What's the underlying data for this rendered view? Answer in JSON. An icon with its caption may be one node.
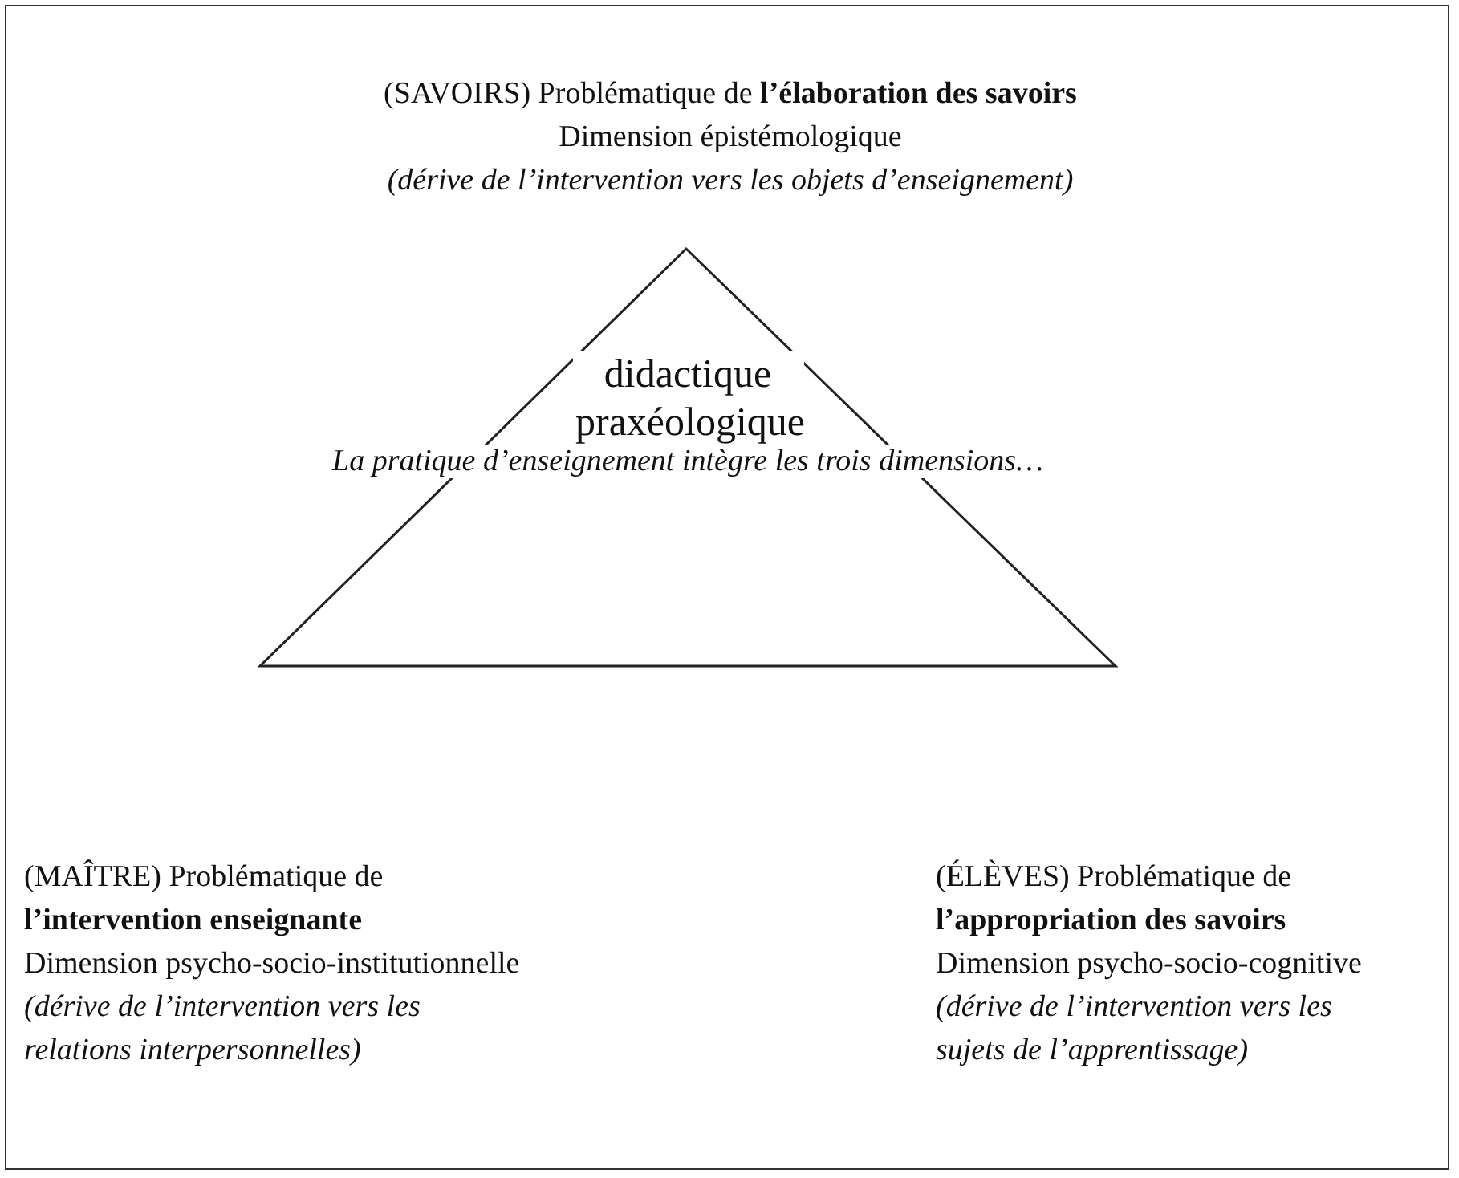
{
  "diagram": {
    "nodes": [
      {
        "text": [
          "didactique praxéologique",
          "La pratique d’enseignement intègre les trois dimensions…"
        ]
      }
    ],
    "labels": [
      "(SAVOIRS) Problématique de **l’élaboration des savoirs**",
      "Dimension épistémologique",
      "(dérive de l’intervention vers les objets d’enseignement)",
      "(MAÎTRE) Problématique de **l’intervention enseignante**",
      "Dimension psycho-socio-institutionnelle",
      "(dérive de l’intervention vers les relations interpersonnelles)",
      "(ÉLÈVES) Problématique de **l’appropriation des savoirs**",
      "Dimension psycho-socio-cognitive",
      "(dérive de l’intervention vers les sujets de l’apprentissage)"
    ]
  }
}
